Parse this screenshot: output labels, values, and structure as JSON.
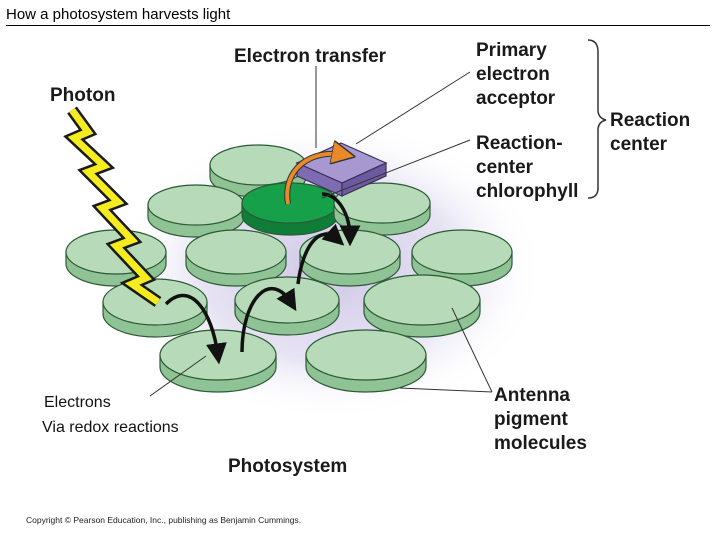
{
  "title": "How a photosystem harvests light",
  "labels": {
    "electron_transfer": "Electron transfer",
    "photon": "Photon",
    "primary_acceptor": [
      "Primary",
      "electron",
      "acceptor"
    ],
    "reaction_center": [
      "Reaction",
      "center"
    ],
    "reaction_center_chlorophyll": [
      "Reaction-",
      "center",
      "chlorophyll"
    ],
    "antenna": [
      "Antenna",
      "pigment",
      "molecules"
    ],
    "photosystem": "Photosystem",
    "electrons": "Electrons",
    "redox": "Via redox reactions",
    "copyright": "Copyright © Pearson Education, Inc., publishing as Benjamin Cummings."
  },
  "colors": {
    "disk_top": "#b7dbb9",
    "disk_side": "#8fc295",
    "disk_outline": "#2c5a34",
    "chlorophyll_top": "#16a04a",
    "acceptor": "#9b88c6",
    "photon": "#f4ec1e",
    "electron_arrow": "#e98a2a",
    "halo": "#cfc9e6"
  }
}
